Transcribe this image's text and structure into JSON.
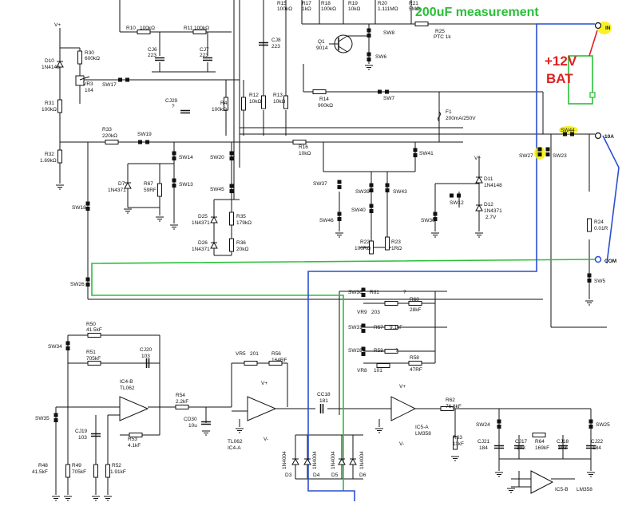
{
  "annotations": {
    "measurement_title": "200uF measurement",
    "battery_voltage": "+12V",
    "battery_label": "BAT"
  },
  "colors": {
    "wire": "#111111",
    "green_trace": "#2bbf3a",
    "blue_trace": "#2a4fd0",
    "red_text": "#e02020",
    "highlight": "#f5f000"
  },
  "terminals": {
    "in": "IN",
    "ten_a": "10A",
    "com": "COM"
  },
  "supply": {
    "vplus": "V+",
    "vminus": "V-"
  },
  "components": {
    "r10": "R10",
    "r10v": "100kΩ",
    "r11": "R11",
    "r11v": "100kΩ",
    "r15": "R15",
    "r15v": "100kΩ",
    "r17": "R17",
    "r17v": "1kΩ",
    "r18": "R18",
    "r18v": "100kΩ",
    "r19": "R19",
    "r19v": "10kΩ",
    "r20": "R20",
    "r20v": "1.111MΩ",
    "r21": "R21",
    "r21v": "5MΩ",
    "cj6": "CJ6",
    "cj6v": "223",
    "cj7": "CJ7",
    "cj7v": "223",
    "cj8": "CJ8",
    "cj8v": "223",
    "q1": "Q1",
    "q1v": "9014",
    "r25": "R25",
    "r25v": "PTC 1k",
    "sw6": "SW6",
    "sw8": "SW8",
    "sw7": "SW7",
    "sw17": "SW17",
    "d10": "D10",
    "d10v": "1N4148",
    "r30": "R30",
    "r30v": "600kΩ",
    "vr3": "VR3",
    "vr3v": "104",
    "r31": "R31",
    "r31v": "100kΩ",
    "cj29": "CJ29",
    "cj29v": "?",
    "r4": "R4",
    "r4v": "100kΩ",
    "r12": "R12",
    "r12v": "10kΩ",
    "r13": "R13",
    "r13v": "10kΩ",
    "r14": "R14",
    "r14v": "900kΩ",
    "f1": "F1",
    "f1v": "200mA/250V",
    "r33": "R33",
    "r33v": "220kΩ",
    "sw19": "SW19",
    "r32": "R32",
    "r32v": "1.69kΩ",
    "r16": "R16",
    "r16v": "10kΩ",
    "sw44": "SW44",
    "sw27": "SW27",
    "sw23": "SW23",
    "sw14": "SW14",
    "sw20": "SW20",
    "sw41": "SW41",
    "d7": "D7",
    "d7v": "1N4371",
    "r67": "R67",
    "r67v": "59RF",
    "sw13": "SW13",
    "sw18": "SW18",
    "sw37": "SW37",
    "sw45": "SW45",
    "sw39": "SW39",
    "sw43": "SW43",
    "d11": "D11",
    "d11v": "1N4148",
    "d12": "D12",
    "d12v": "1N4371",
    "d12v2": "2.7V",
    "sw12": "SW12",
    "sw40": "SW40",
    "d25": "D25",
    "d25v": "1N4371",
    "r35": "R35",
    "r35v": "179kΩ",
    "sw46": "SW46",
    "sw30": "SW30",
    "r24": "R24",
    "r24v": "0.01R",
    "d26": "D26",
    "d26v": "1N4371",
    "r36": "R36",
    "r36v": "20kΩ",
    "r22": "R22",
    "r22v": "100RΩ",
    "r23": "R23",
    "r23v": "1RΩ",
    "sw26": "SW26",
    "sw5": "SW5",
    "sw36": "SW36",
    "r61": "R61",
    "r61v": "?",
    "r60": "R60",
    "r60v": "28kF",
    "vr9": "VR9",
    "vr9v": "203",
    "sw31": "SW31",
    "r57": "R57",
    "r57v": "9.1kF",
    "sw28": "SW28",
    "r59": "R59",
    "r59v": "?",
    "r58": "R58",
    "r58v": "47RF",
    "vr8": "VR8",
    "vr8v": "101",
    "r50": "R50",
    "r50v": "41.5kF",
    "sw34": "SW34",
    "r51": "R51",
    "r51v": "705kF",
    "cj20": "CJ20",
    "cj20v": "103",
    "vr5": "VR5",
    "vr5v": "201",
    "r56": "R56",
    "r56v": "164RF",
    "ic4b": "IC4-B",
    "ic4bv": "TL062",
    "r54": "R54",
    "r54v": "2.2kF",
    "cc18": "CC18",
    "cc18v": "181",
    "r62": "R62",
    "r62v": "76.8kF",
    "sw35": "SW35",
    "cj19": "CJ19",
    "cj19v": "103",
    "cd30": "CD30",
    "cd30v": "10u",
    "tl062": "TL062",
    "ic4a": "IC4-A",
    "ic5a": "IC5-A",
    "lm358": "LM358",
    "sw24": "SW24",
    "sw25": "SW25",
    "r53": "R53",
    "r53v": "4.1kF",
    "r63": "R63",
    "r63v": "11kF",
    "cj21": "CJ21",
    "cj21v": "184",
    "cj17": "CJ17",
    "cj17v": "103",
    "r64": "R64",
    "r64v": "169kF",
    "cj18": "CJ18",
    "cj18v": "103",
    "cj22": "CJ22",
    "cj22v": "184",
    "r48": "R48",
    "r48v": "41.5kF",
    "r49": "R49",
    "r49v": "705kF",
    "r52": "R52",
    "r52v": "1.91kF",
    "d3": "D3",
    "d4": "D4",
    "d5": "D5",
    "d6": "D6",
    "dv": "1N4004",
    "ic5b": "IC5-B",
    "ic5bv": "LM358"
  }
}
